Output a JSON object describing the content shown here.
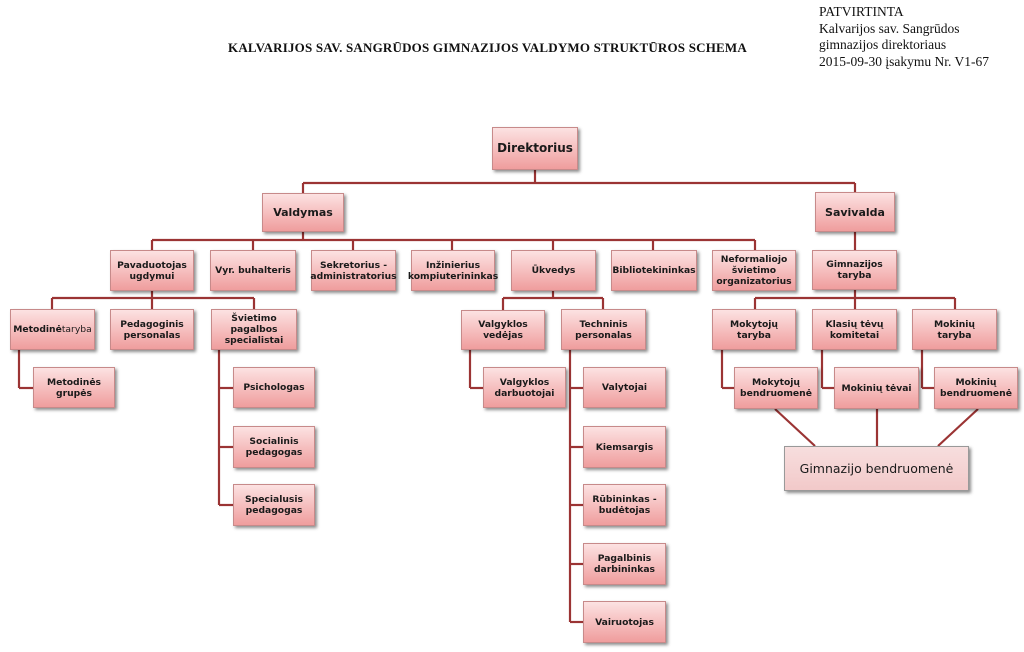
{
  "header": {
    "approval_lines": [
      "PATVIRTINTA",
      "Kalvarijos sav. Sangrūdos",
      "gimnazijos direktoriaus",
      "2015-09-30 įsakymu Nr. V1-67"
    ],
    "title": "KALVARIJOS SAV. SANGRŪDOS GIMNAZIJOS VALDYMO STRUKTŪROS SCHEMA"
  },
  "nodes": {
    "direktorius": "Direktorius",
    "valdymas": "Valdymas",
    "savivalda": "Savivalda",
    "pavaduotojas_ugdymui": "Pavaduotojas ugdymui",
    "vyr_buhalteris": "Vyr. buhalteris",
    "sekretorius": "Sekretorius - administratorius",
    "inzinierius": "Inžinierius kompiuterininkas",
    "ukvedys": "Ūkvedys",
    "bibliotekininkas": "Bibliotekininkas",
    "neformaliojo": "Neformaliojo švietimo organizatorius",
    "gimnazijos_taryba": "Gimnazijos taryba",
    "metodine_taryba_bold": "Metodinė",
    "metodine_taryba_light": " taryba",
    "pedagoginis_personalas": "Pedagoginis personalas",
    "svietimo_pagalbos": "Švietimo pagalbos specialistai",
    "metodines_grupes": "Metodinės grupės",
    "psichologas": "Psichologas",
    "socialinis_pedagogas": "Socialinis pedagogas",
    "specialusis_pedagogas": "Specialusis pedagogas",
    "valgyklos_vedejas": "Valgyklos vedėjas",
    "techninis_personalas": "Techninis personalas",
    "valgyklos_darbuotojai": "Valgyklos darbuotojai",
    "valytojai": "Valytojai",
    "kiemsargis": "Kiemsargis",
    "rubininkas": "Rūbininkas - budėtojas",
    "pagalbinis_darbininkas": "Pagalbinis darbininkas",
    "vairuotojas": "Vairuotojas",
    "mokytoju_taryba": "Mokytojų taryba",
    "klasiu_tevu_komitetai": "Klasių tėvų komitetai",
    "mokiniu_taryba": "Mokinių taryba",
    "mokytoju_bendruomene": "Mokytojų bendruomenė",
    "mokiniu_tevai": "Mokinių tėvai",
    "mokiniu_bendruomene": "Mokinių bendruomenė",
    "gimnazijos_bendruomene": "Gimnazijo bendruomenė"
  }
}
